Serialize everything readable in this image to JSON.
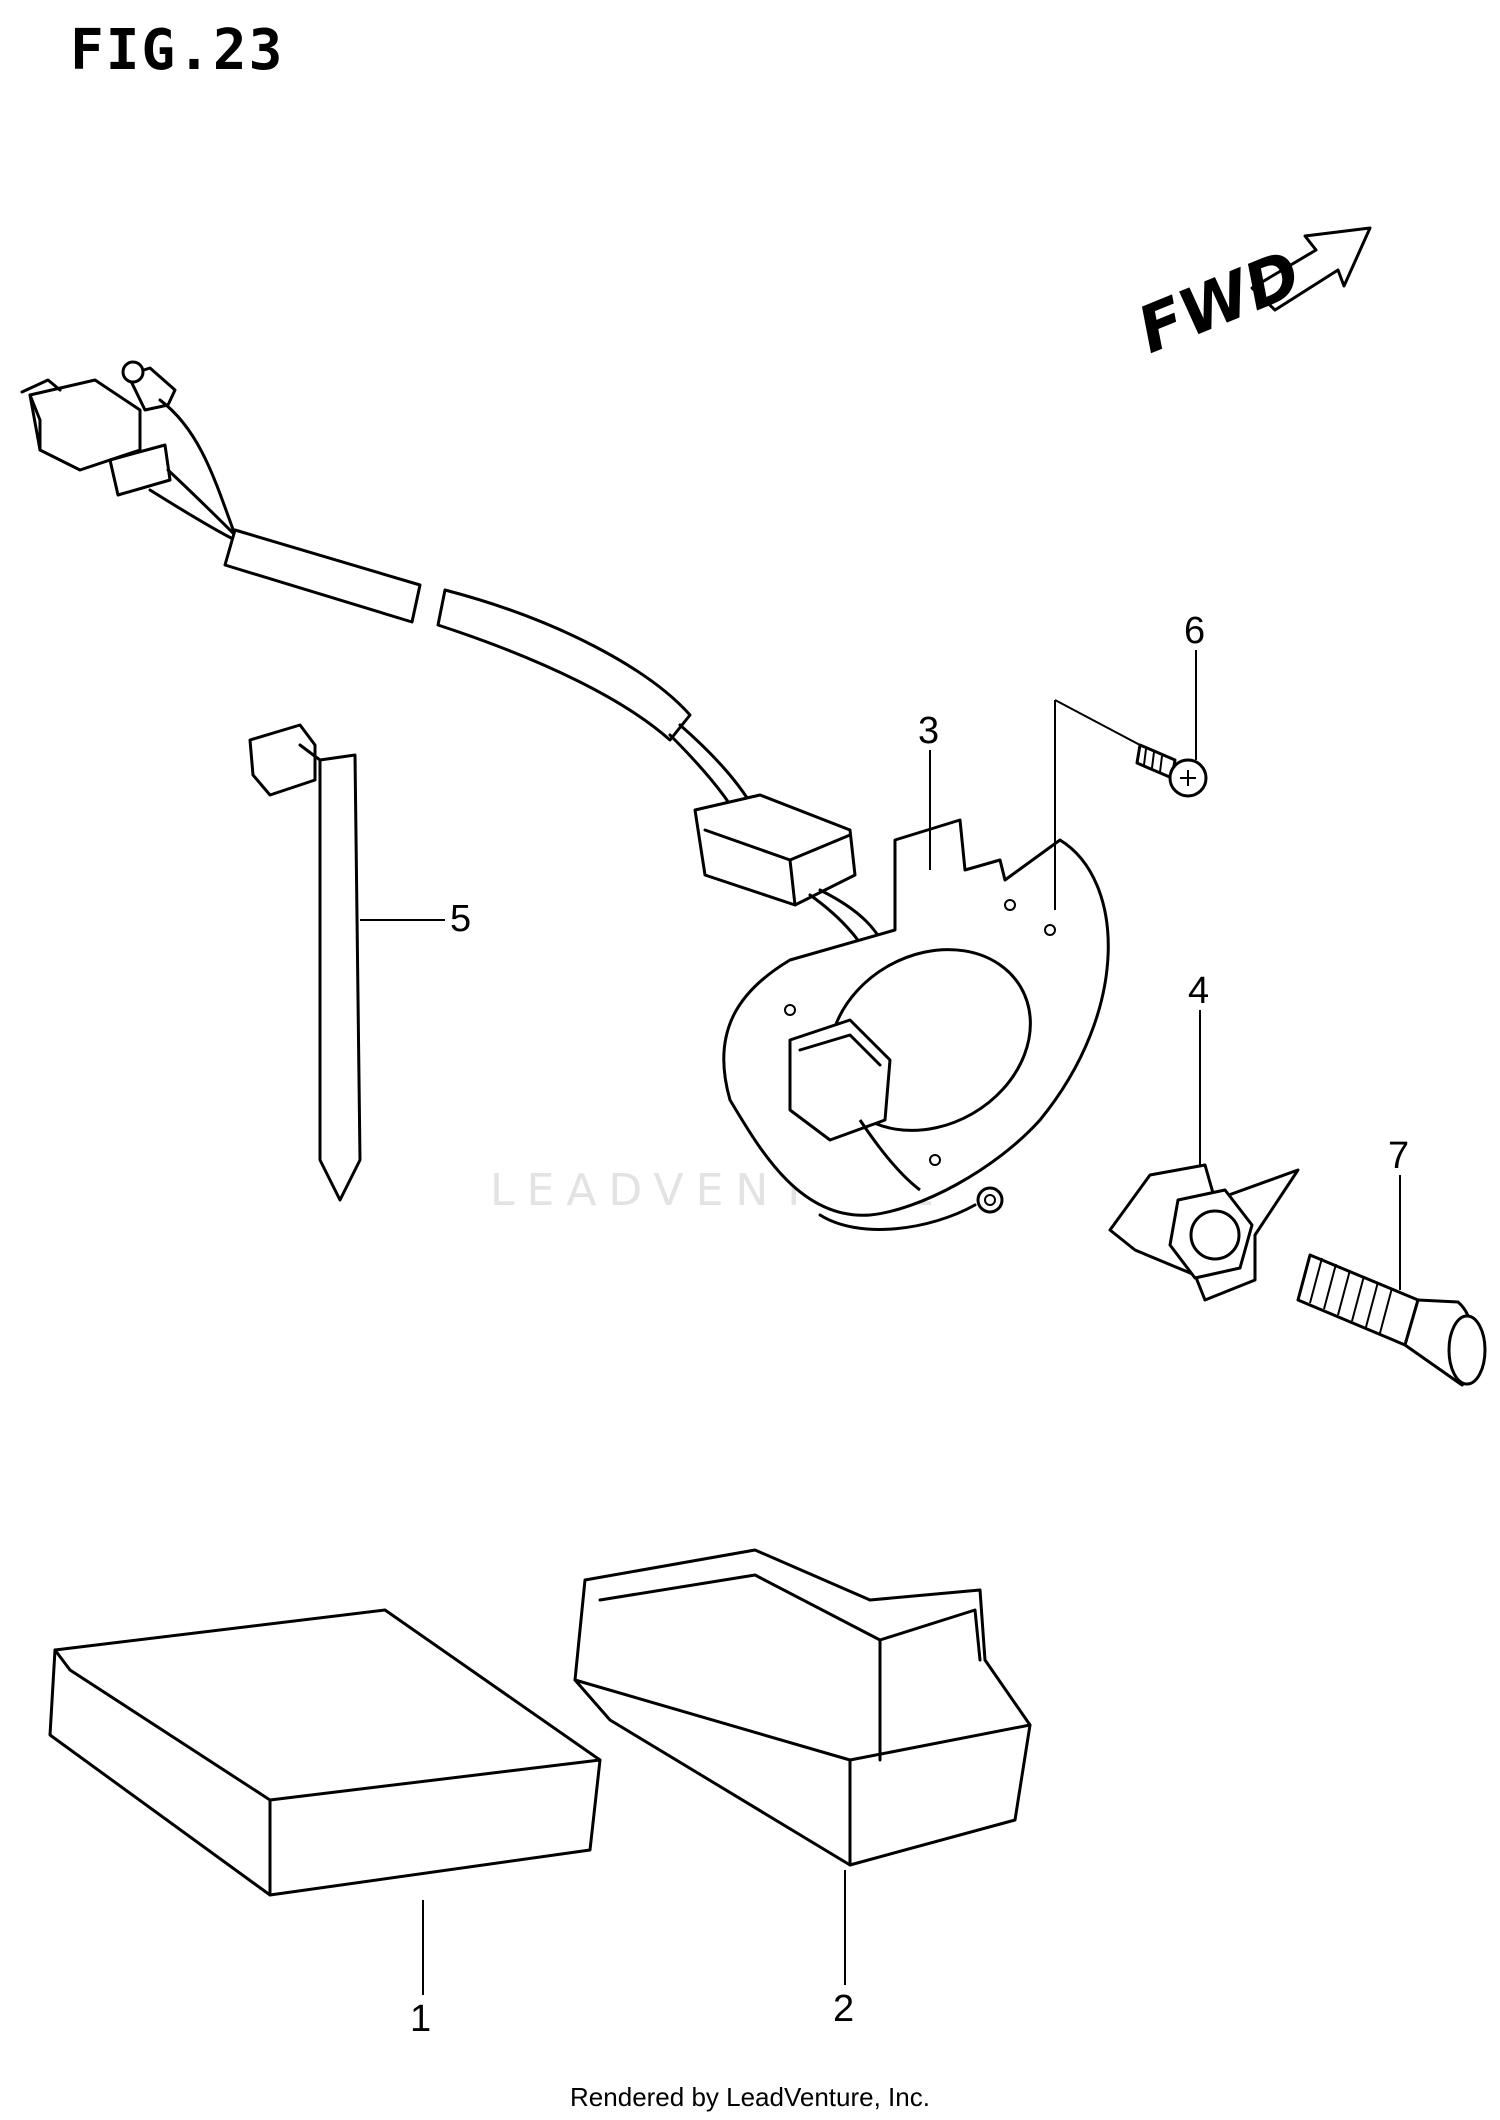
{
  "figure": {
    "title": "FIG.23"
  },
  "direction": {
    "label": "FWD"
  },
  "callouts": [
    {
      "id": "1",
      "label": "1"
    },
    {
      "id": "2",
      "label": "2"
    },
    {
      "id": "3",
      "label": "3"
    },
    {
      "id": "4",
      "label": "4"
    },
    {
      "id": "5",
      "label": "5"
    },
    {
      "id": "6",
      "label": "6"
    },
    {
      "id": "7",
      "label": "7"
    }
  ],
  "watermark": "LEADVENTURE",
  "footer": "Rendered by LeadVenture, Inc."
}
